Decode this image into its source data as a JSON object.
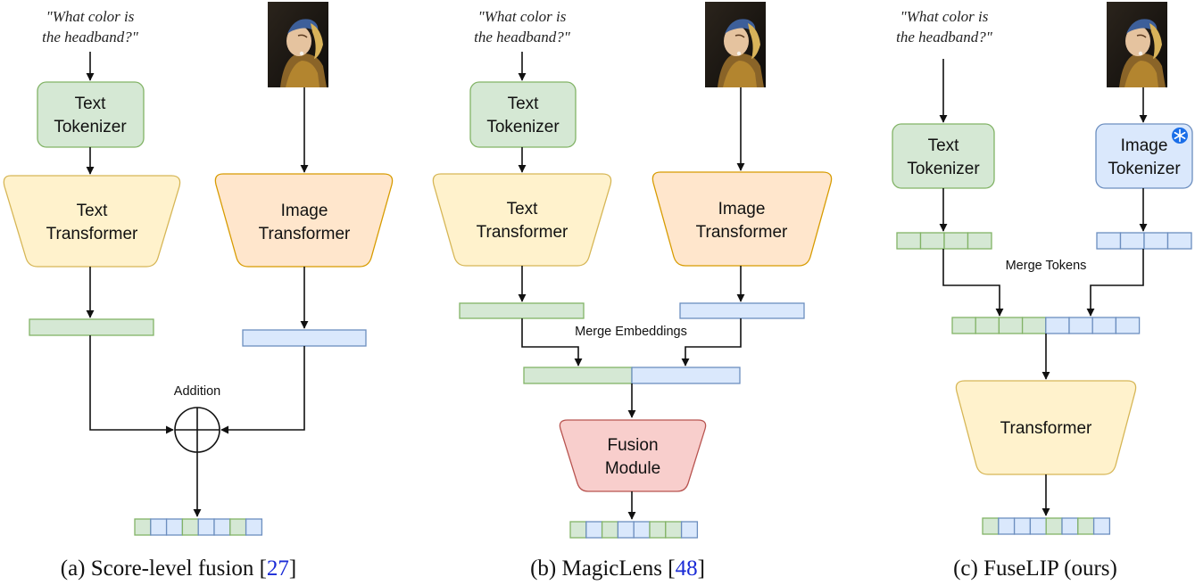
{
  "colors": {
    "text_fill": "#d5e8d4",
    "text_stroke": "#82b366",
    "image_fill": "#dae8fc",
    "image_stroke": "#6c8ebf",
    "transformer_fill": "#fff2cc",
    "transformer_stroke": "#d6b656",
    "image_transformer_fill": "#ffe6cc",
    "image_transformer_stroke": "#d79b00",
    "fusion_fill": "#f8cecc",
    "fusion_stroke": "#b85450",
    "citation": "#1a2bd6"
  },
  "panel_a": {
    "question_line1": "\"What color is",
    "question_line2": "the headband?\"",
    "text_tokenizer": [
      "Text",
      "Tokenizer"
    ],
    "text_transformer": [
      "Text",
      "Transformer"
    ],
    "image_transformer": [
      "Image",
      "Transformer"
    ],
    "addition_label": "Addition",
    "caption_prefix": "(a) Score-level fusion [",
    "caption_ref": "27",
    "caption_suffix": "]"
  },
  "panel_b": {
    "question_line1": "\"What color is",
    "question_line2": "the headband?\"",
    "text_tokenizer": [
      "Text",
      "Tokenizer"
    ],
    "text_transformer": [
      "Text",
      "Transformer"
    ],
    "image_transformer": [
      "Image",
      "Transformer"
    ],
    "merge_label": "Merge Embeddings",
    "fusion_module": [
      "Fusion",
      "Module"
    ],
    "caption_prefix": "(b) MagicLens [",
    "caption_ref": "48",
    "caption_suffix": "]"
  },
  "panel_c": {
    "question_line1": "\"What color is",
    "question_line2": "the headband?\"",
    "text_tokenizer": [
      "Text",
      "Tokenizer"
    ],
    "image_tokenizer": [
      "Image",
      "Tokenizer"
    ],
    "frozen_icon": "snowflake-icon",
    "merge_label": "Merge Tokens",
    "transformer": "Transformer",
    "caption": "(c) FuseLIP (ours)"
  }
}
